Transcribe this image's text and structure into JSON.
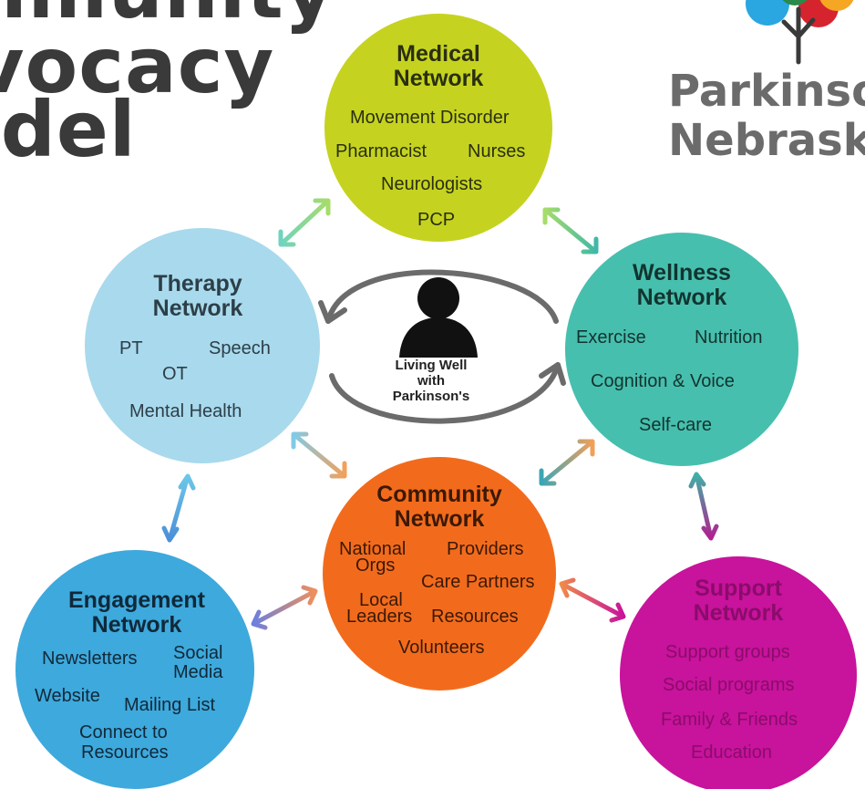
{
  "title": {
    "line1": "mmunity",
    "line2": "lvocacy",
    "line3": "odel"
  },
  "brand": {
    "line1": "Parkinso",
    "line2": "Nebrask"
  },
  "center": {
    "line1": "Living Well",
    "line2": "with",
    "line3": "Parkinson's"
  },
  "nodes": {
    "medical": {
      "title": [
        "Medical",
        "Network"
      ],
      "items": [
        "Movement Disorder",
        "Pharmacist",
        "Nurses",
        "Neurologists",
        "PCP"
      ],
      "color": "#c5d320",
      "text_color": "#2a2f10"
    },
    "wellness": {
      "title": [
        "Wellness",
        "Network"
      ],
      "items": [
        "Exercise",
        "Nutrition",
        "Cognition & Voice",
        "Self-care"
      ],
      "color": "#47bfae",
      "text_color": "#12342f"
    },
    "therapy": {
      "title": [
        "Therapy",
        "Network"
      ],
      "items": [
        "PT",
        "Speech",
        "OT",
        "Mental Health"
      ],
      "color": "#a9d9ec",
      "text_color": "#2c3f48"
    },
    "community": {
      "title": [
        "Community",
        "Network"
      ],
      "items": [
        "National",
        "Orgs",
        "Providers",
        "Care Partners",
        "Local",
        "Leaders",
        "Resources",
        "Volunteers"
      ],
      "color": "#f26b1d",
      "text_color": "#3b1905"
    },
    "engagement": {
      "title": [
        "Engagement",
        "Network"
      ],
      "items": [
        "Newsletters",
        "Social",
        "Media",
        "Website",
        "Mailing List",
        "Connect to",
        "Resources"
      ],
      "color": "#3ea9dc",
      "text_color": "#10293a"
    },
    "support": {
      "title": [
        "Support",
        "Network"
      ],
      "items": [
        "Support groups",
        "Social programs",
        "Family & Friends",
        "Education"
      ],
      "color": "#c8139c",
      "text_color": "#8a0c6b"
    }
  },
  "connector_colors": {
    "medical_therapy": [
      "#6fd3c0",
      "#a7dc6a"
    ],
    "medical_wellness": [
      "#a7dc6a",
      "#3fb8a8"
    ],
    "therapy_community": [
      "#7fcbe8",
      "#f2a05a"
    ],
    "wellness_community": [
      "#3aa5b5",
      "#f2a05a"
    ],
    "therapy_engagement": [
      "#6cc7e8",
      "#4b8fd8"
    ],
    "wellness_support": [
      "#3fb0a6",
      "#b21f90"
    ],
    "engagement_community": [
      "#6b7fe0",
      "#f0905a"
    ],
    "community_support": [
      "#f08a4a",
      "#c8139c"
    ]
  },
  "cycle_arrow_color": "#6b6b6b",
  "person_color": "#111111",
  "logo_colors": [
    "#2aa6e0",
    "#d6242e",
    "#f5a623",
    "#2a8a4a"
  ]
}
